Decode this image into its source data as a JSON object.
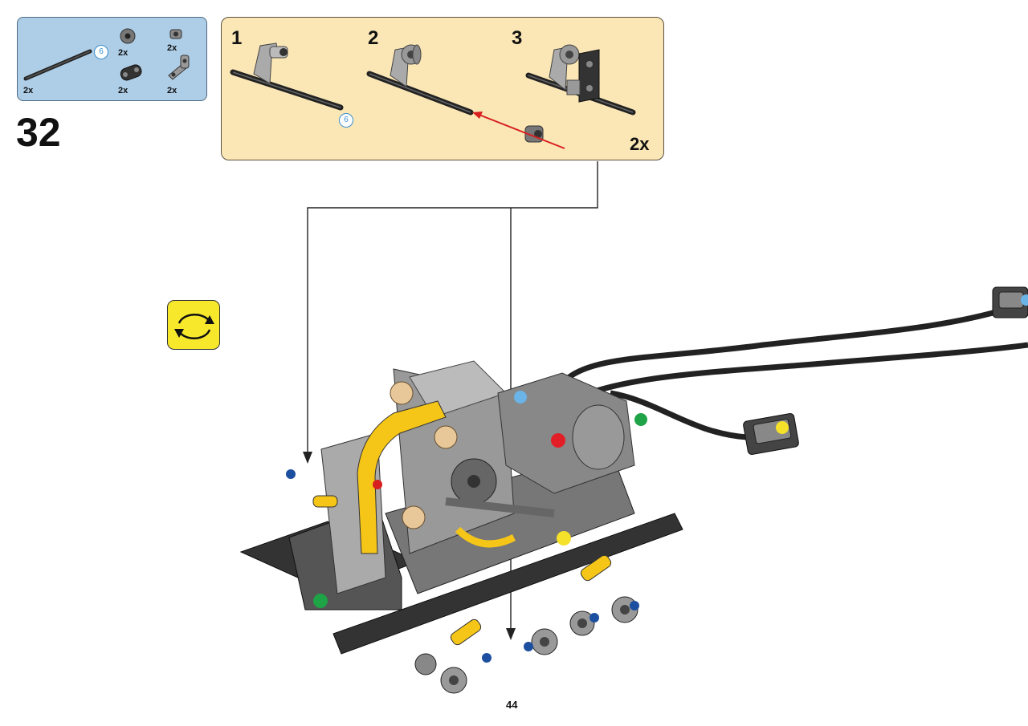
{
  "step": {
    "number": "32"
  },
  "parts": {
    "items": [
      {
        "icon": "axle-6-icon",
        "qty": "2x",
        "length": "6"
      },
      {
        "icon": "bush-icon",
        "qty": "2x"
      },
      {
        "icon": "pin-connector-icon",
        "qty": "2x"
      },
      {
        "icon": "dark-connector-icon",
        "qty": "2x"
      },
      {
        "icon": "angle-beam-icon",
        "qty": "2x"
      }
    ]
  },
  "subassembly": {
    "steps": [
      {
        "label": "1",
        "axle_length": "6"
      },
      {
        "label": "2"
      },
      {
        "label": "3"
      }
    ],
    "multiplier": "2x"
  },
  "page": {
    "number": "44"
  },
  "colors": {
    "parts_bg": "#aecde6",
    "subassembly_bg": "#fbe7b6",
    "rotate_bg": "#f7e82c",
    "technic_yellow": "#f5c518",
    "arrow_red": "#d71f1f"
  }
}
